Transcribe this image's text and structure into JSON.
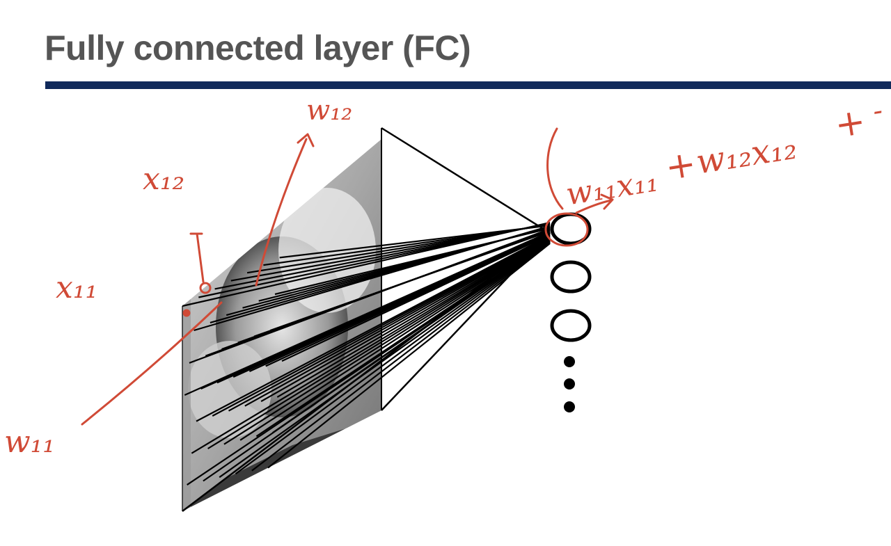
{
  "slide": {
    "title": "Fully connected layer (FC)"
  },
  "colors": {
    "title_text": "#555555",
    "rule": "#10295a",
    "connections": "#000000",
    "annotation_ink": "#d04a36"
  },
  "input_image": {
    "description_icon": "portrait-photo-grayscale"
  },
  "output_layer": {
    "neurons_shown": 3,
    "continuation_dots": 3
  },
  "annotations": {
    "x11": "x₁₁",
    "x12": "x₁₂",
    "w11": "w₁₁",
    "w12": "w₁₂",
    "sum_start": "(",
    "term1": "w₁₁x₁₁",
    "plus1": "+",
    "term2": "w₁₂x₁₂",
    "plus2": "+",
    "trailing": "-"
  }
}
